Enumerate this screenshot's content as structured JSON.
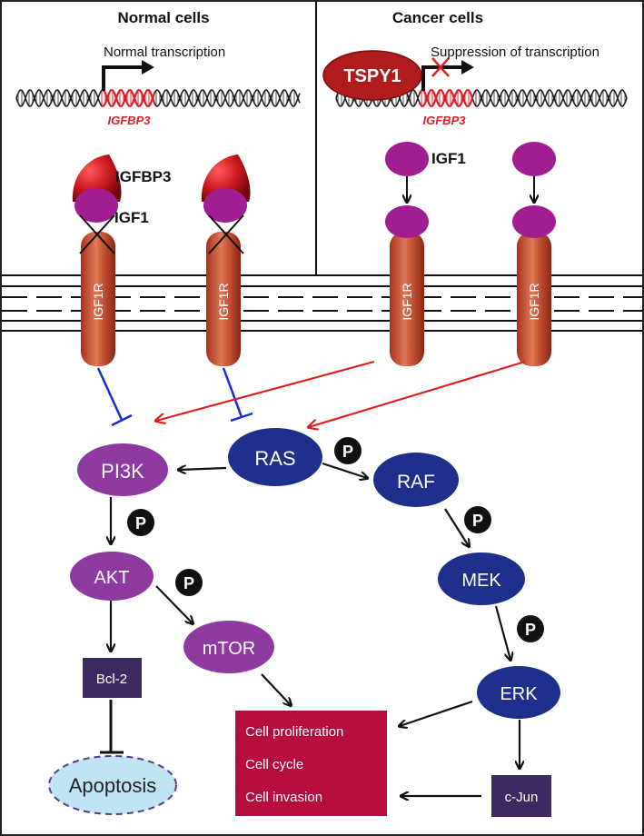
{
  "panels": {
    "normal_title": "Normal  cells",
    "cancer_title": "Cancer cells"
  },
  "transcription": {
    "normal_label": "Normal transcription",
    "suppression_label": "Suppression of transcription",
    "gene_label": "IGFBP3",
    "repressor_label": "TSPY1"
  },
  "ligands": {
    "igfbp3_label": "IGFBP3",
    "igf1_label": "IGF1"
  },
  "receptor_label": "IGF1R",
  "nodes": {
    "pi3k": "PI3K",
    "ras": "RAS",
    "raf": "RAF",
    "akt": "AKT",
    "mek": "MEK",
    "mtor": "mTOR",
    "erk": "ERK",
    "bcl2": "Bcl-2",
    "cjun": "c-Jun",
    "apoptosis": "Apoptosis"
  },
  "outcomes": [
    "Cell proliferation",
    "Cell cycle",
    "Cell invasion"
  ],
  "phospho_label": "P",
  "colors": {
    "receptor": "#c0432a",
    "igf1": "#a21c92",
    "igfbp3": "#c8161c",
    "purple_node": "#8f3aa0",
    "blue_node": "#1f2f8c",
    "dark_box": "#3e2a63",
    "outcome_box": "#b70d3e",
    "apoptosis_fill": "#bfe4f3",
    "activation_arrow": "#e02020",
    "inhibition": "#1a2bd8",
    "gene_red": "#e0202a"
  }
}
